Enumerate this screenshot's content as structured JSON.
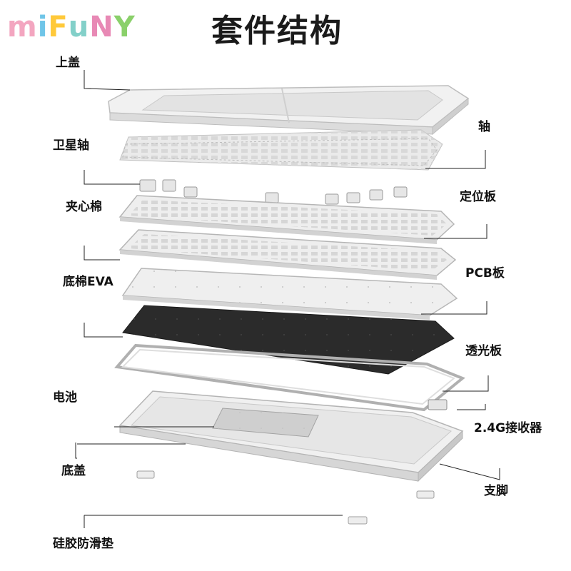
{
  "brand": {
    "letters": [
      "m",
      "i",
      "F",
      "u",
      "N",
      "Y"
    ],
    "colors": [
      "#f3a6c0",
      "#6fc5e8",
      "#ffc93a",
      "#83d0c9",
      "#e889b5",
      "#8ad06a"
    ]
  },
  "title": "套件结构",
  "labels_left": {
    "top_case": "上盖",
    "stabilizer": "卫星轴",
    "sandwich_foam": "夹心棉",
    "bottom_eva": "底棉EVA",
    "battery": "电池",
    "bottom_case": "底盖",
    "silicone_pads": "硅胶防滑垫"
  },
  "labels_right": {
    "switches": "轴",
    "plate": "定位板",
    "pcb": "PCB板",
    "diffuser": "透光板",
    "receiver": "2.4G接收器",
    "feet": "支脚"
  },
  "colors": {
    "leader": "#222222",
    "light_part": "#ececec",
    "edge": "#b9b9b9",
    "eva": "#2b2b2b"
  }
}
